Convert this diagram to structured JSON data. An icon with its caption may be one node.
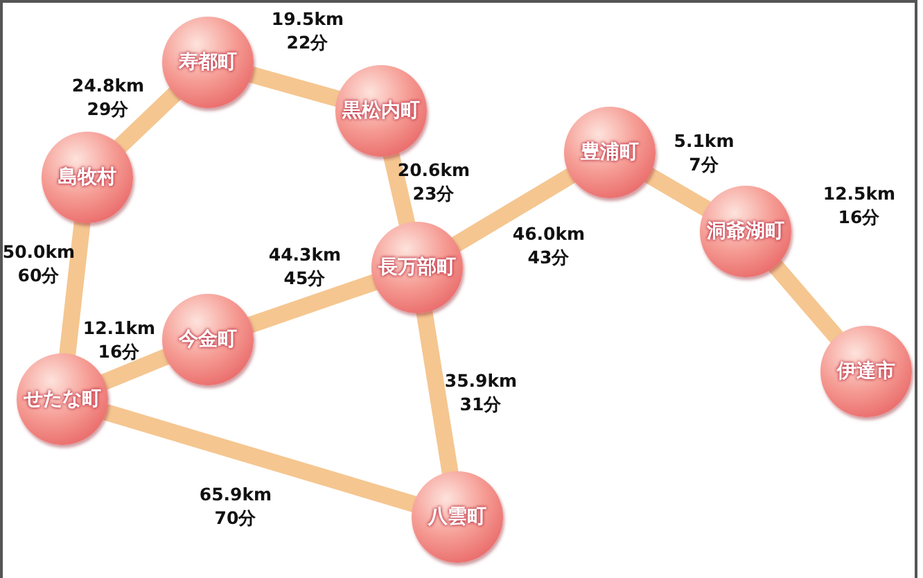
{
  "diagram": {
    "nodes": [
      {
        "text": [
          "寿都町"
        ]
      },
      {
        "text": [
          "黒松内町"
        ]
      },
      {
        "text": [
          "島牧村"
        ]
      },
      {
        "text": [
          "豊浦町"
        ]
      },
      {
        "text": [
          "洞爺湖町"
        ]
      },
      {
        "text": [
          "長万部町"
        ]
      },
      {
        "text": [
          "今金町"
        ]
      },
      {
        "text": [
          "せたな町"
        ]
      },
      {
        "text": [
          "伊達市"
        ]
      },
      {
        "text": [
          "八雲町"
        ]
      }
    ],
    "edges": [
      {
        "from": 2,
        "to": 0,
        "arrow": "none",
        "label": "24.8km 29分"
      },
      {
        "from": 0,
        "to": 1,
        "arrow": "none",
        "label": "19.5km 22分"
      },
      {
        "from": 1,
        "to": 5,
        "arrow": "none",
        "label": "20.6km 23分"
      },
      {
        "from": 5,
        "to": 3,
        "arrow": "none",
        "label": "46.0km 43分"
      },
      {
        "from": 3,
        "to": 4,
        "arrow": "none",
        "label": "5.1km 7分"
      },
      {
        "from": 4,
        "to": 8,
        "arrow": "none",
        "label": "12.5km 16分"
      },
      {
        "from": 2,
        "to": 7,
        "arrow": "none",
        "label": "50.0km 60分"
      },
      {
        "from": 6,
        "to": 5,
        "arrow": "none",
        "label": "44.3km 45分"
      },
      {
        "from": 7,
        "to": 6,
        "arrow": "none",
        "label": "12.1km 16分"
      },
      {
        "from": 5,
        "to": 9,
        "arrow": "none",
        "label": "35.9km 31分"
      },
      {
        "from": 7,
        "to": 9,
        "arrow": "none",
        "label": "65.9km 70分"
      }
    ]
  }
}
